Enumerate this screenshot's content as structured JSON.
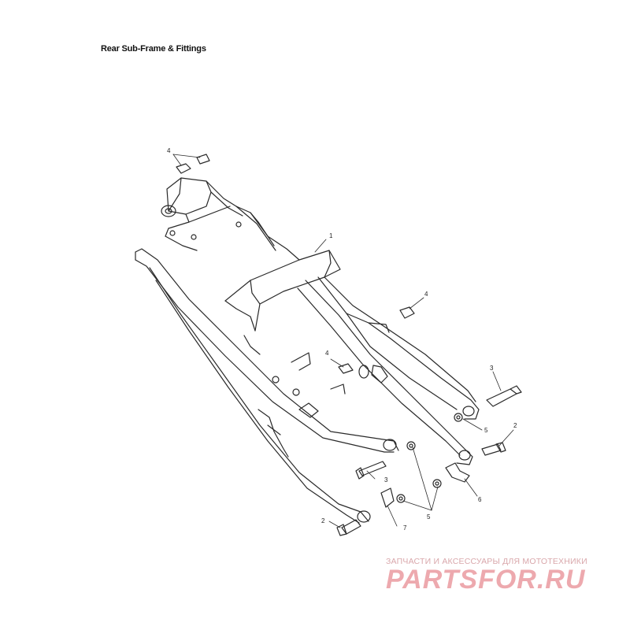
{
  "title": "Rear Sub-Frame & Fittings",
  "callouts": {
    "c1": "1",
    "c2a": "2",
    "c2b": "2",
    "c3a": "3",
    "c3b": "3",
    "c4a": "4",
    "c4b": "4",
    "c4c": "4",
    "c5a": "5",
    "c5b": "5",
    "c6": "6",
    "c7": "7"
  },
  "watermark": {
    "tagline": "ЗАПЧАСТИ И АКСЕССУАРЫ ДЛЯ МОТОТЕХНИКИ",
    "logo": "PARTSFOR.RU"
  },
  "colors": {
    "line": "#2a2a2a",
    "watermark": "#e88d93"
  }
}
